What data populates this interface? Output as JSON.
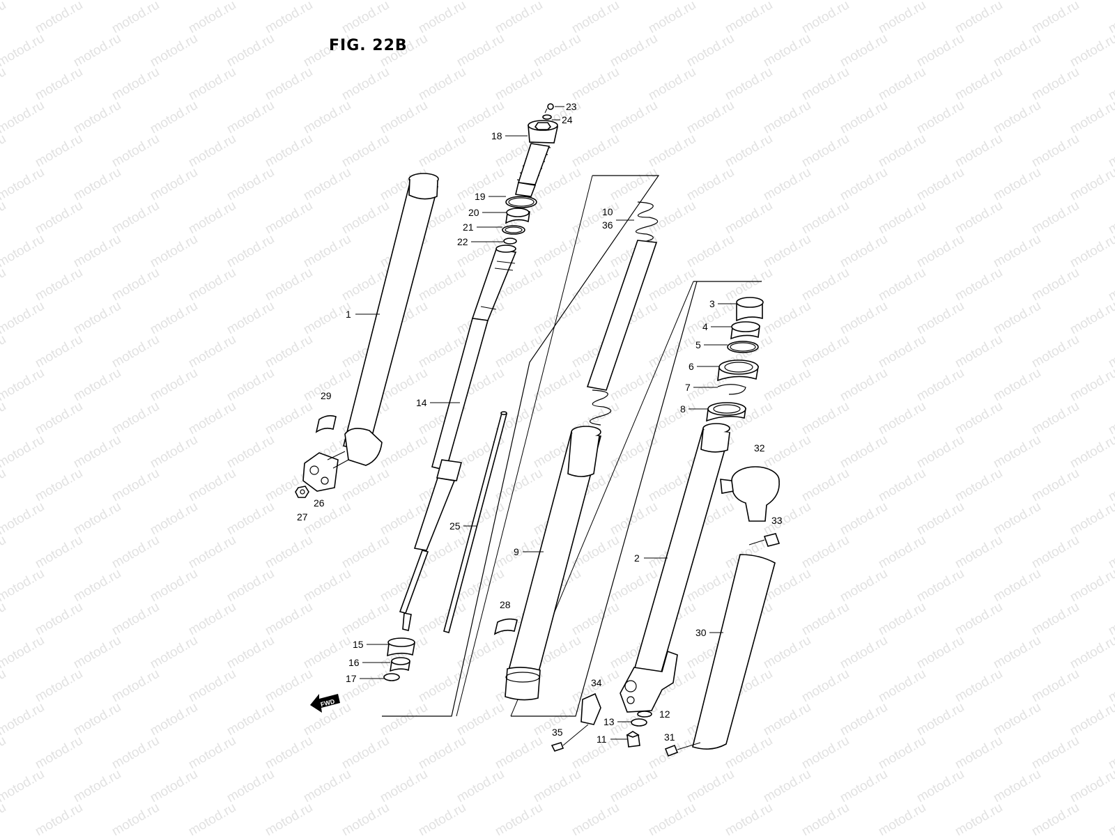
{
  "figure": {
    "title": "FIG. 22B",
    "watermark": "motod.ru",
    "fwd_label": "FWD"
  },
  "callouts": [
    {
      "id": "1",
      "text": "1"
    },
    {
      "id": "2",
      "text": "2"
    },
    {
      "id": "3",
      "text": "3"
    },
    {
      "id": "4",
      "text": "4"
    },
    {
      "id": "5",
      "text": "5"
    },
    {
      "id": "6",
      "text": "6"
    },
    {
      "id": "7",
      "text": "7"
    },
    {
      "id": "8",
      "text": "8"
    },
    {
      "id": "9",
      "text": "9"
    },
    {
      "id": "10",
      "text": "10"
    },
    {
      "id": "11",
      "text": "11"
    },
    {
      "id": "12",
      "text": "12"
    },
    {
      "id": "13",
      "text": "13"
    },
    {
      "id": "14",
      "text": "14"
    },
    {
      "id": "15",
      "text": "15"
    },
    {
      "id": "16",
      "text": "16"
    },
    {
      "id": "17",
      "text": "17"
    },
    {
      "id": "18",
      "text": "18"
    },
    {
      "id": "19",
      "text": "19"
    },
    {
      "id": "20",
      "text": "20"
    },
    {
      "id": "21",
      "text": "21"
    },
    {
      "id": "22",
      "text": "22"
    },
    {
      "id": "23",
      "text": "23"
    },
    {
      "id": "24",
      "text": "24"
    },
    {
      "id": "25",
      "text": "25"
    },
    {
      "id": "26",
      "text": "26"
    },
    {
      "id": "27",
      "text": "27"
    },
    {
      "id": "28",
      "text": "28"
    },
    {
      "id": "29",
      "text": "29"
    },
    {
      "id": "30",
      "text": "30"
    },
    {
      "id": "31",
      "text": "31"
    },
    {
      "id": "32",
      "text": "32"
    },
    {
      "id": "33",
      "text": "33"
    },
    {
      "id": "34",
      "text": "34"
    },
    {
      "id": "35",
      "text": "35"
    },
    {
      "id": "36",
      "text": "36"
    }
  ]
}
